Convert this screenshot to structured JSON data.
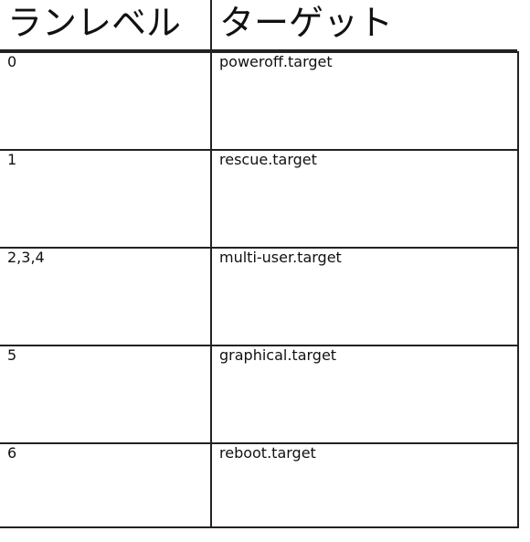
{
  "table": {
    "headers": [
      "ランレベル",
      "ターゲット"
    ],
    "rows": [
      {
        "runlevel": "0",
        "target": "poweroff.target"
      },
      {
        "runlevel": "1",
        "target": "rescue.target"
      },
      {
        "runlevel": "2,3,4",
        "target": "multi-user.target"
      },
      {
        "runlevel": "5",
        "target": "graphical.target"
      },
      {
        "runlevel": "6",
        "target": "reboot.target"
      }
    ]
  }
}
